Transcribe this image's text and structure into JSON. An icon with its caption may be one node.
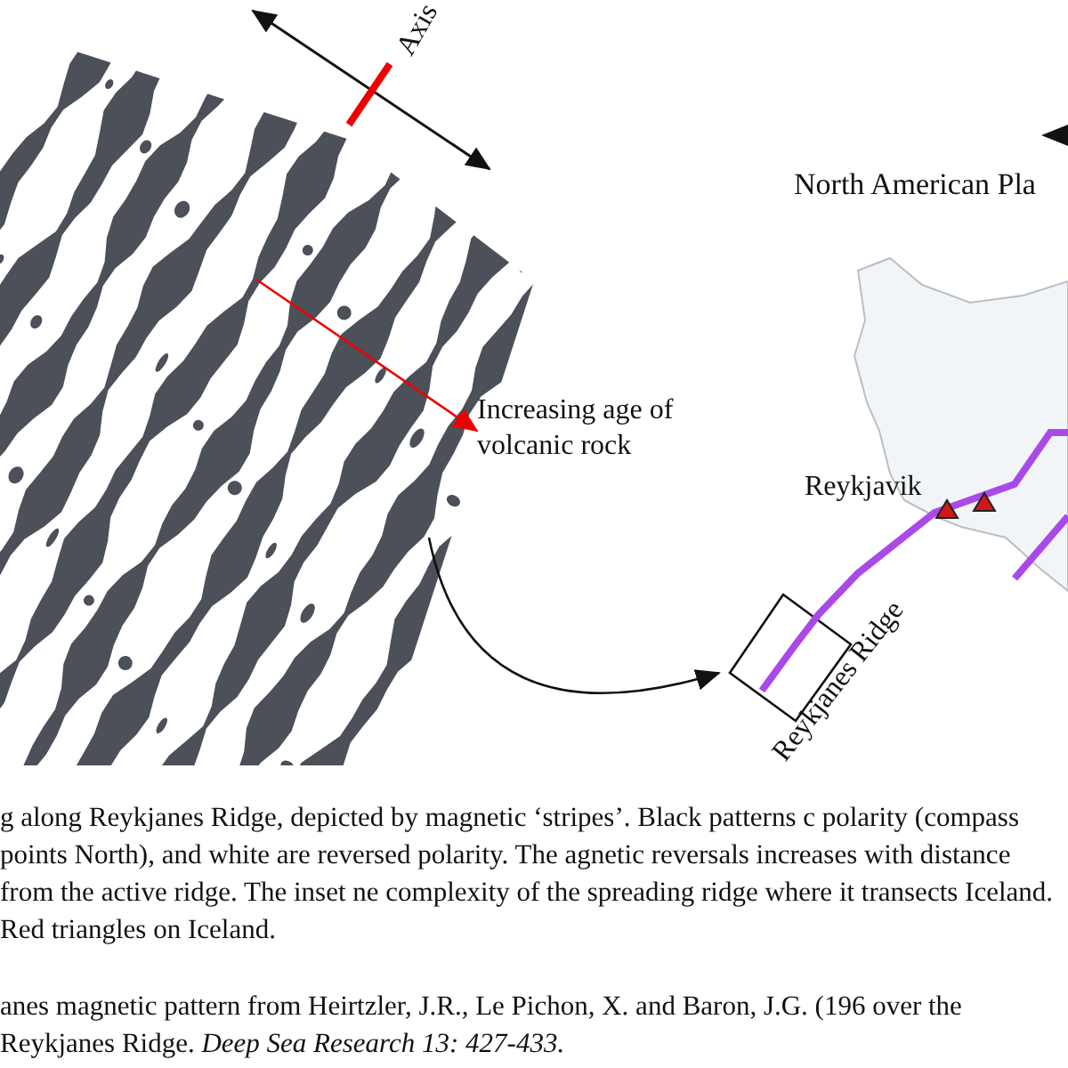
{
  "diagram": {
    "caption": "g along Reykjanes Ridge, depicted by magnetic ‘stripes’.  Black patterns c polarity (compass points North), and white are reversed polarity.  The agnetic reversals increases with distance from the active ridge.  The inset ne complexity of the spreading ridge where it transects Iceland. Red triangles on Iceland.",
    "nodes": [
      {
        "text": [],
        "shape": "picture"
      },
      {
        "text": [],
        "shape": "box"
      }
    ],
    "edges": [
      {
        "from": 0,
        "to": 1,
        "arrow": "to"
      }
    ],
    "labels": [
      "Axis",
      "Increasing age of volcanic rock",
      "North American Pla",
      "Reykjavik",
      "Reykjanes Ridge",
      "anes magnetic pattern from Heirtzler, J.R., Le Pichon, X. and Baron, J.G. (196 over the Reykjanes Ridge. *Deep Sea Research 13: 427-433.*"
    ]
  }
}
